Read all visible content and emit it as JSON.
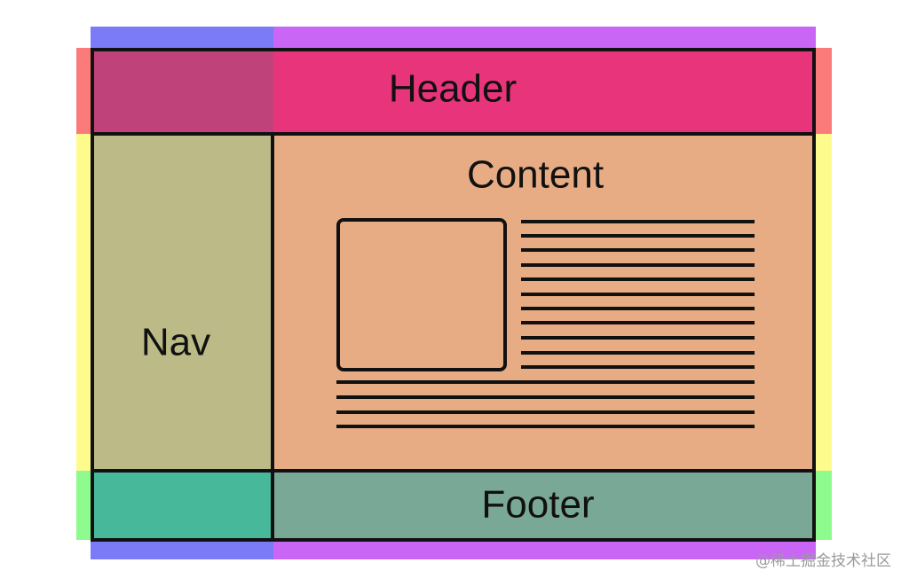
{
  "regions": {
    "header": {
      "label": "Header"
    },
    "nav": {
      "label": "Nav"
    },
    "content": {
      "label": "Content"
    },
    "footer": {
      "label": "Footer"
    }
  },
  "watermark": "@稀土掘金技术社区",
  "colors": {
    "background": "#ffffff",
    "outline": "#111111",
    "header_fill": "#e8347a",
    "header_left_fill": "#c0427a",
    "nav_fill": "#bcbb87",
    "content_fill": "#e8ac85",
    "footer_fill": "#7aa896",
    "footer_left_fill": "#47b899",
    "top_band_left": "#7b7bf7",
    "top_band_right": "#ca66f5",
    "side_band_header": "#fb7b7b",
    "side_band_middle": "#fdfb8b",
    "side_band_footer": "#8dfb8d"
  }
}
